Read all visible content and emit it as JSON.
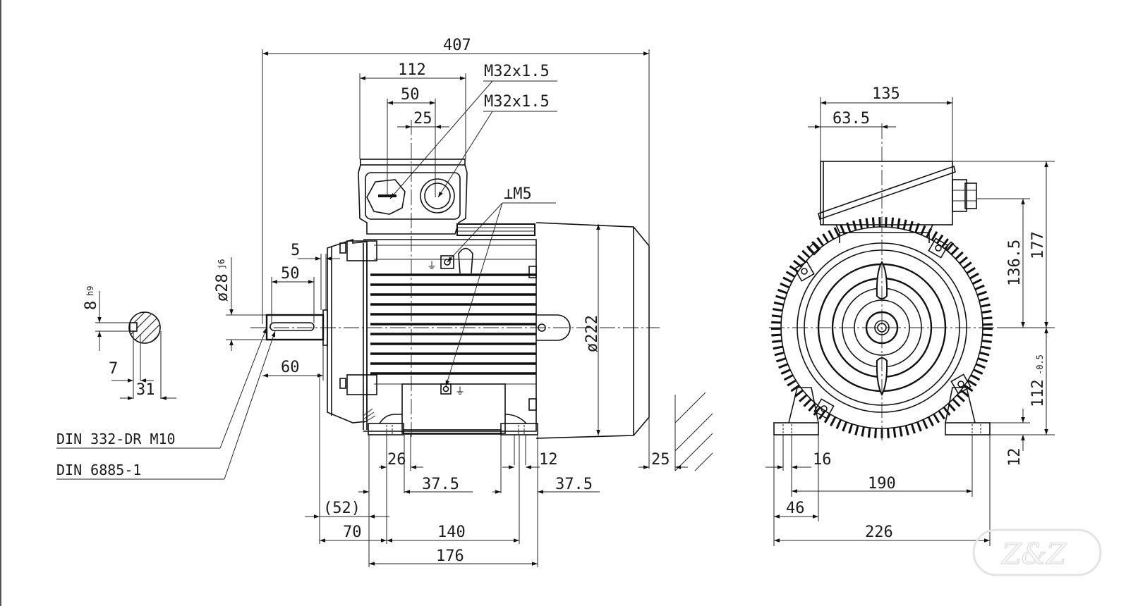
{
  "drawing": {
    "title": "Three-phase motor dimension drawing",
    "side_view": {
      "overall_length": "407",
      "terminal_box_width": "112",
      "gland_spacing": "50",
      "gland_offset": "25",
      "gland_thread_1": "M32x1.5",
      "gland_thread_2": "M32x1.5",
      "earth_thread": "⊥M5",
      "shaft_diameter": "ø28",
      "shaft_tolerance": "j6",
      "flange_gap": "5",
      "keyway_length": "50",
      "shaft_length": "60",
      "fan_cover_diameter": "ø222",
      "fan_clearance": "25",
      "foot_hole_width": "26",
      "foot_hole_right": "12",
      "foot_edge_left": "37.5",
      "foot_edge_right": "37.5",
      "shaft_shoulder_to_foot": "(52)",
      "shaft_to_hole": "70",
      "hole_spacing": "140",
      "foot_length": "176",
      "callout_1": "DIN 332-DR M10",
      "callout_2": "DIN 6885-1"
    },
    "shaft_section": {
      "key_width": "8",
      "key_tolerance": "h9",
      "key_depth": "7",
      "shaft_height": "31"
    },
    "end_view": {
      "terminal_box_width": "135",
      "terminal_box_offset": "63.5",
      "total_height": "177",
      "gland_height": "136.5",
      "shaft_height": "112",
      "shaft_height_tolerance": "-0.5",
      "foot_thickness": "12",
      "foot_hole_dia": "16",
      "hole_spacing": "190",
      "foot_width": "46",
      "overall_width": "226"
    },
    "logo_text": "Z&Z"
  }
}
